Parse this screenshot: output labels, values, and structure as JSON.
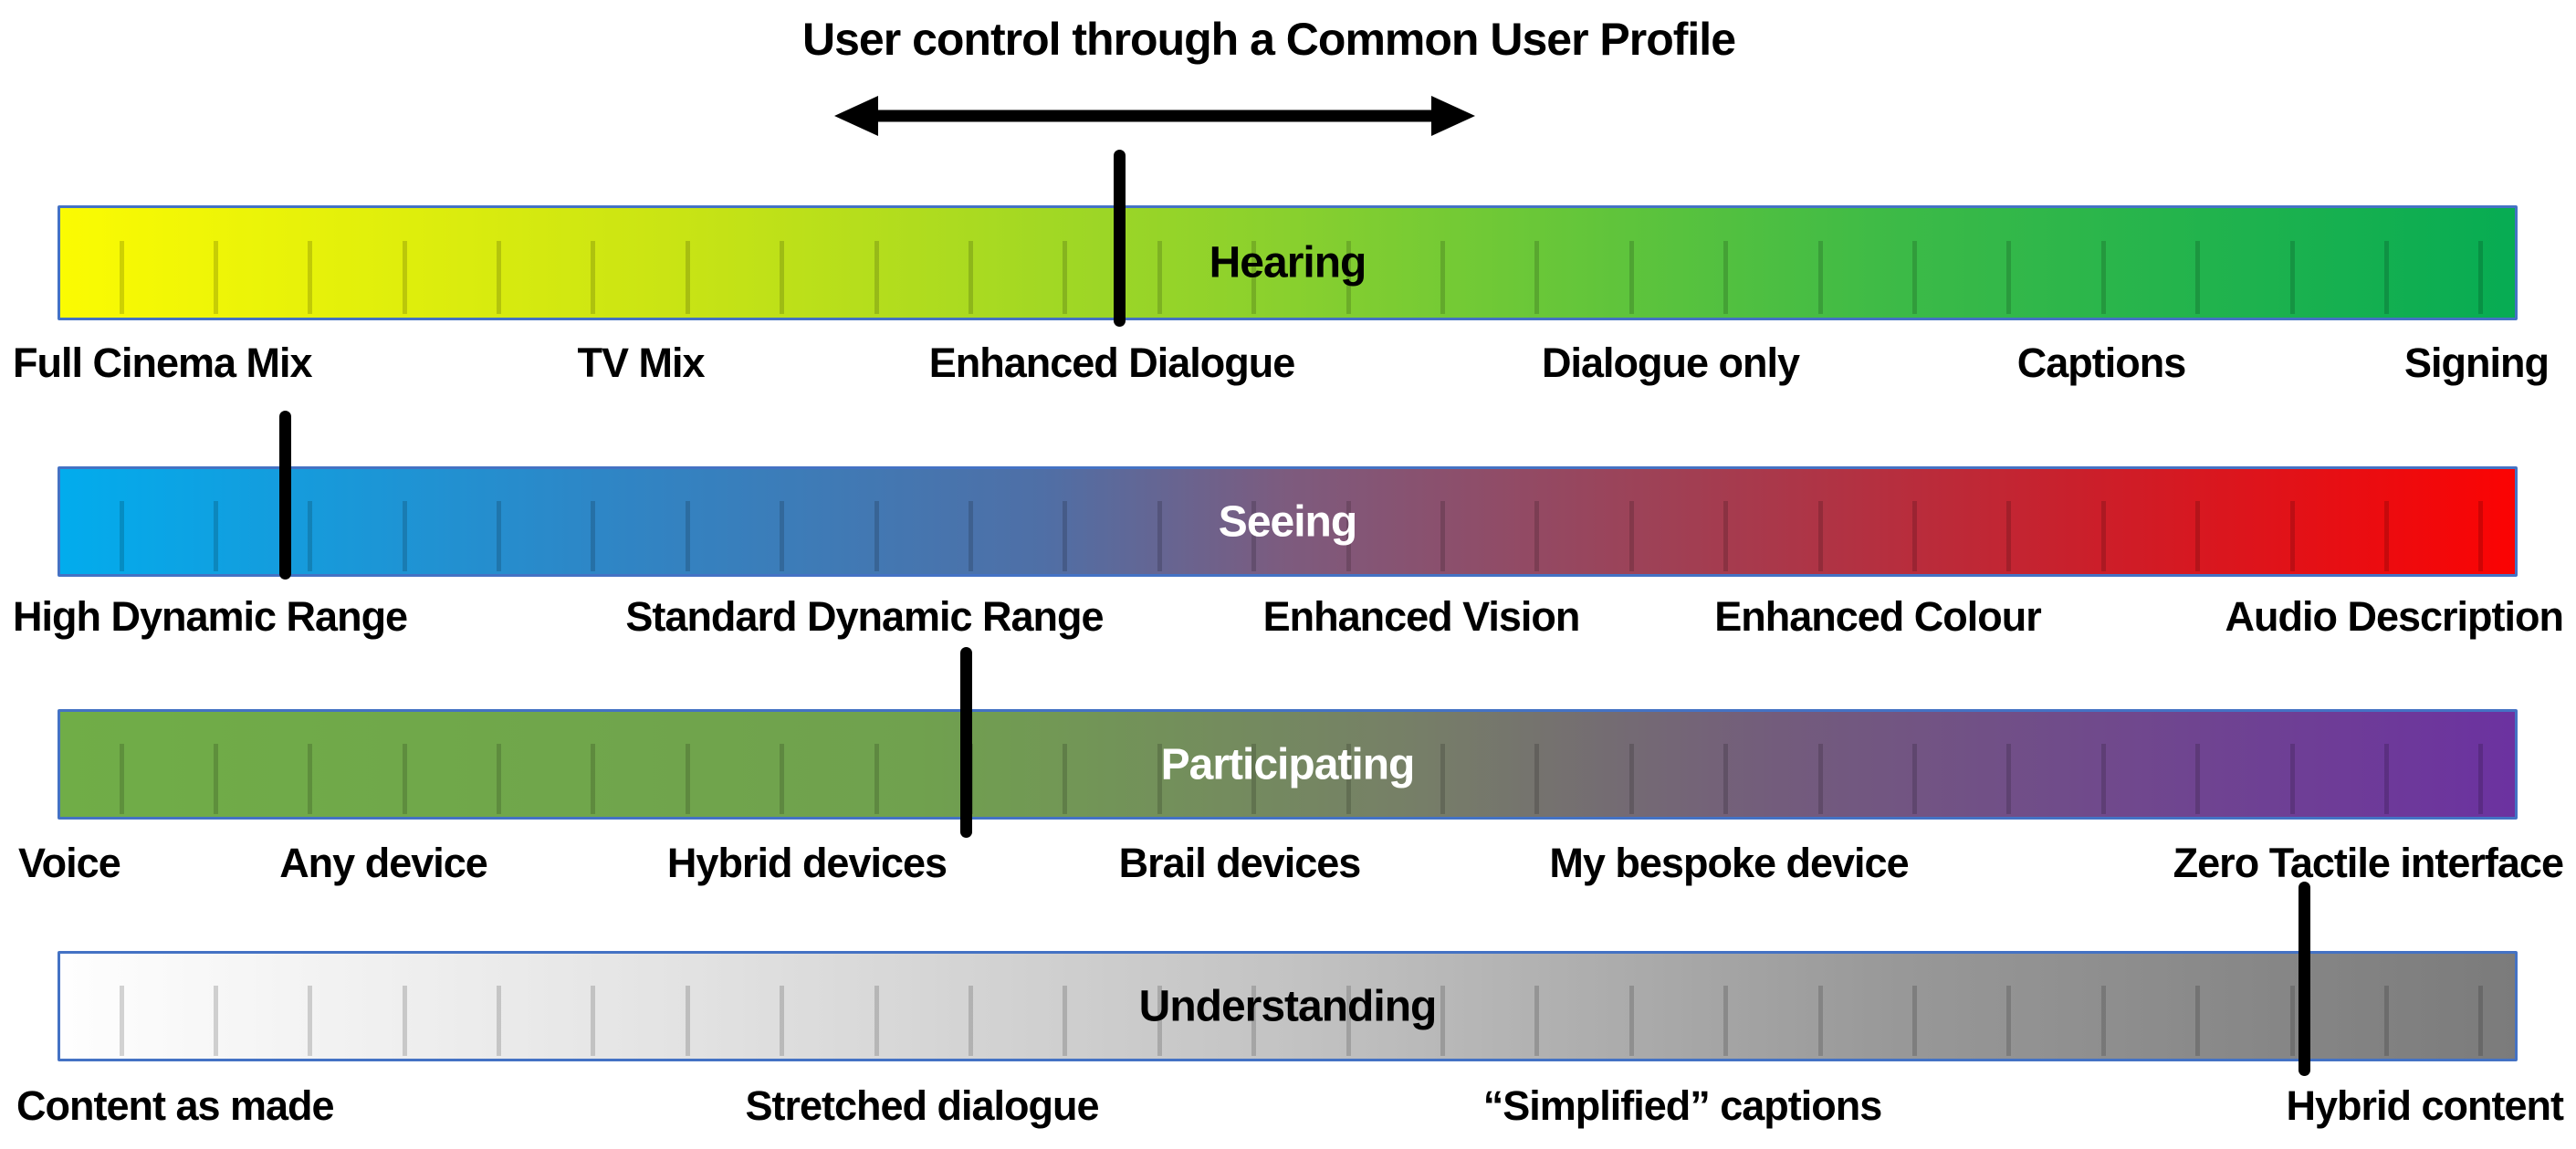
{
  "title": "User control through a Common User Profile",
  "arrow": {
    "icon": "left-right-arrow"
  },
  "colors": {
    "bar_border": "#4472C4",
    "marker": "#000000",
    "tick": "rgba(0,0,0,0.16)"
  },
  "bars": [
    {
      "name": "Hearing",
      "title_color": "#000000",
      "tick_count": 26,
      "gradient": [
        "#FBFB02 0%",
        "#C9E414 25%",
        "#89D02E 50%",
        "#3CBA47 75%",
        "#07AC53 100%"
      ],
      "labels": [
        "Full Cinema Mix",
        "TV Mix",
        "Enhanced Dialogue",
        "Dialogue only",
        "Captions",
        "Signing"
      ]
    },
    {
      "name": "Seeing",
      "title_color": "#FFFFFF",
      "tick_count": 26,
      "gradient": [
        "#02ACED 0%",
        "#2E86C6 22%",
        "#4F6FA6 40%",
        "#7D5B7E 50%",
        "#9E4156 65%",
        "#C9202C 82%",
        "#FB0303 100%"
      ],
      "labels": [
        "High Dynamic Range",
        "Standard Dynamic Range",
        "Enhanced Vision",
        "Enhanced Colour",
        "Audio Description"
      ]
    },
    {
      "name": "Participating",
      "title_color": "#FFFFFF",
      "tick_count": 26,
      "gradient": [
        "#70AD47 0%",
        "#70A14E 35%",
        "#767F67 55%",
        "#735C7C 70%",
        "#6C32A0 100%"
      ],
      "labels": [
        "Voice",
        "Any device",
        "Hybrid devices",
        "Brail devices",
        "My bespoke device",
        "Zero Tactile interface"
      ]
    },
    {
      "name": "Understanding",
      "title_color": "#000000",
      "tick_count": 26,
      "gradient": [
        "#FEFEFE 0%",
        "#E3E3E3 25%",
        "#C3C3C3 50%",
        "#989898 75%",
        "#7B7B7B 100%"
      ],
      "labels": [
        "Content as made",
        "Stretched dialogue",
        "“Simplified” captions",
        "Hybrid content"
      ]
    }
  ],
  "markers": [
    {
      "crosses_bar": "Hearing",
      "at_label": "Enhanced Dialogue"
    },
    {
      "crosses_bar": "Seeing",
      "at_label": "Full Cinema Mix"
    },
    {
      "crosses_bar": "Participating",
      "at_label": "Standard Dynamic Range"
    },
    {
      "crosses_bar": "Understanding",
      "at_label": "Zero Tactile interface"
    }
  ]
}
